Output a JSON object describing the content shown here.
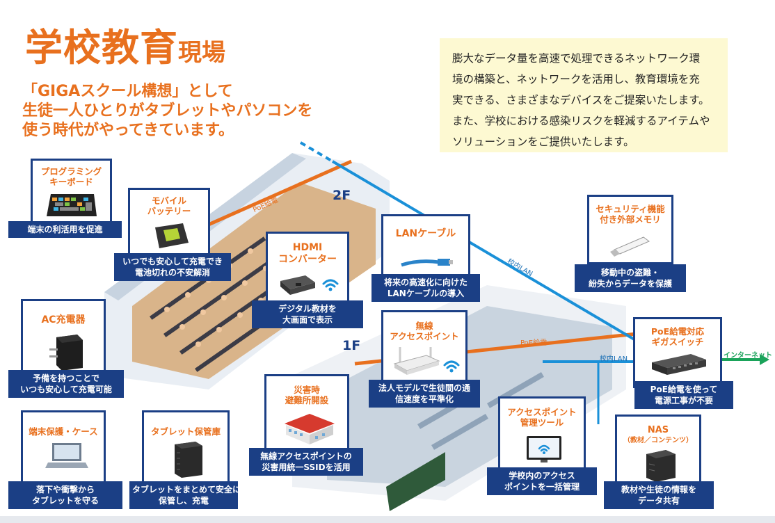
{
  "title": {
    "main": "学校教育",
    "sub": "現場"
  },
  "lead": [
    "「GIGAスクール構想」として",
    "生徒一人ひとりがタブレットやパソコンを",
    "使う時代がやってきています。"
  ],
  "description": [
    "膨大なデータ量を高速で処理できるネットワーク環",
    "境の構築と、ネットワークを活用し、教育環境を充",
    "実できる、さまざまなデバイスをご提案いたします。",
    "また、学校における感染リスクを軽減するアイテムや",
    "ソリューションをご提供いたします。"
  ],
  "scene": {
    "floor_2f": "2F",
    "floor_1f": "1F",
    "poe_label_2f": "PoE給電",
    "poe_label_1f": "PoE給電",
    "lan_label_2f": "校内LAN",
    "lan_label_1f": "校内LAN",
    "internet_label": "インターネット",
    "colors": {
      "lan": "#1a90d8",
      "poe": "#e8701e",
      "internet": "#1aa35a",
      "navy": "#1b3f85",
      "orange": "#e8701e"
    }
  },
  "cards": {
    "keyboard": {
      "title": [
        "プログラミング",
        "キーボード"
      ],
      "caption": [
        "端末の利活用を促進"
      ],
      "icon": "keyboard-icon"
    },
    "battery": {
      "title": [
        "モバイル",
        "バッテリー"
      ],
      "caption": [
        "いつでも安心して充電でき",
        "電池切れの不安解消"
      ],
      "icon": "battery-icon"
    },
    "hdmi": {
      "title": [
        "HDMI",
        "コンバーター"
      ],
      "caption": [
        "デジタル教材を",
        "大画面で表示"
      ],
      "icon": "hdmi-converter-icon"
    },
    "lan_cable": {
      "title": [
        "LANケーブル"
      ],
      "caption": [
        "将来の高速化に向けた",
        "LANケーブルの導入"
      ],
      "icon": "lan-cable-icon"
    },
    "usb_memory": {
      "title": [
        "セキュリティ機能",
        "付き外部メモリ"
      ],
      "caption": [
        "移動中の盗難・",
        "紛失からデータを保護"
      ],
      "icon": "usb-memory-icon"
    },
    "ac_charger": {
      "title": [
        "AC充電器"
      ],
      "caption": [
        "予備を持つことで",
        "いつも安心して充電可能"
      ],
      "icon": "ac-charger-icon"
    },
    "access_point": {
      "title": [
        "無線",
        "アクセスポイント"
      ],
      "caption": [
        "法人モデルで生徒間の通",
        "信速度を平準化"
      ],
      "icon": "access-point-icon"
    },
    "poe_switch": {
      "title": [
        "PoE給電対応",
        "ギガスイッチ"
      ],
      "caption": [
        "PoE給電を使って",
        "電源工事が不要"
      ],
      "icon": "switch-icon"
    },
    "case": {
      "title": [
        "端末保護・ケース"
      ],
      "caption": [
        "落下や衝撃から",
        "タブレットを守る"
      ],
      "icon": "laptop-case-icon"
    },
    "storage": {
      "title": [
        "タブレット保管庫"
      ],
      "caption": [
        "タブレットをまとめて安全に",
        "保管し、充電"
      ],
      "icon": "tablet-storage-icon"
    },
    "shelter": {
      "title": [
        "災害時",
        "避難所開設"
      ],
      "caption": [
        "無線アクセスポイントの",
        "災害用統一SSIDを活用"
      ],
      "icon": "school-building-icon"
    },
    "ap_manager": {
      "title": [
        "アクセスポイント",
        "管理ツール"
      ],
      "caption": [
        "学校内のアクセス",
        "ポイントを一括管理"
      ],
      "icon": "management-tool-icon"
    },
    "nas": {
      "title": [
        "NAS",
        "（教材／コンテンツ）"
      ],
      "caption": [
        "教材や生徒の情報を",
        "データ共有"
      ],
      "icon": "nas-icon"
    }
  }
}
